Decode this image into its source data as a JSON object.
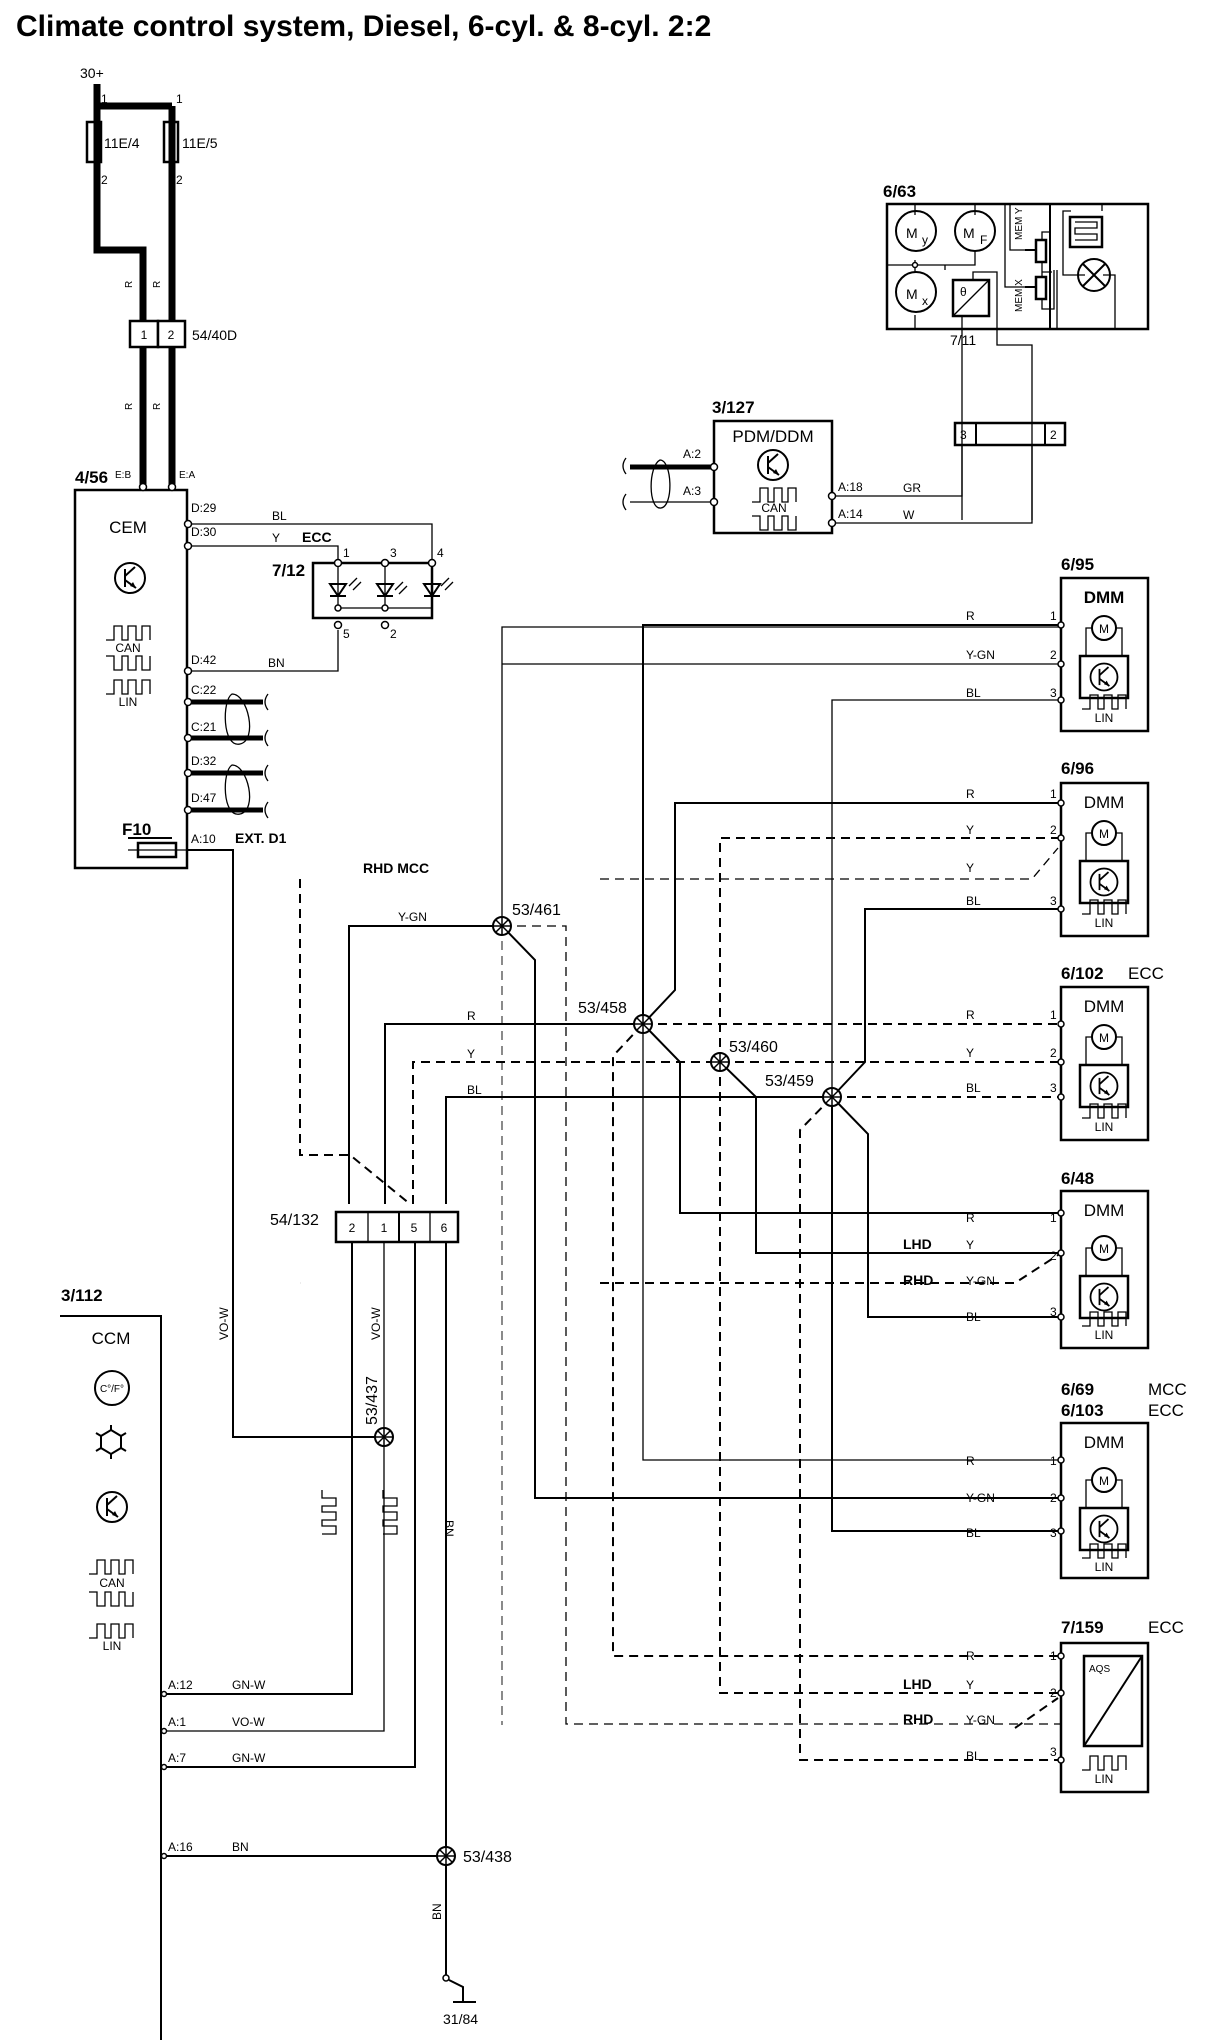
{
  "title": "Climate control system, Diesel, 6-cyl. & 8-cyl. 2:2",
  "supply": {
    "label": "30+"
  },
  "fuses": [
    {
      "id": "11E/4",
      "pin_top": "1",
      "pin_bottom": "2"
    },
    {
      "id": "11E/5",
      "pin_top": "1",
      "pin_bottom": "2"
    }
  ],
  "wire_colors": {
    "red": "R",
    "blue": "BL",
    "yellow": "Y",
    "brown": "BN",
    "yellow_green": "Y-GN",
    "grey": "GR",
    "white": "W",
    "violet_white": "VO-W",
    "green_white": "GN-W"
  },
  "connector_54_40D": {
    "id": "54/40D",
    "pins": [
      "1",
      "2"
    ]
  },
  "cem": {
    "id": "4/56",
    "name": "CEM",
    "top_pins": [
      "E:B",
      "E:A"
    ],
    "pins": [
      "D:29",
      "D:30",
      "D:42",
      "C:22",
      "C:21",
      "D:32",
      "D:47",
      "A:10"
    ],
    "can_label": "CAN",
    "lin_label": "LIN",
    "fuse": "F10",
    "ext_label": "EXT. D1",
    "icon": "transistor-icon"
  },
  "ecc_label": "ECC",
  "led_panel": {
    "id": "7/12",
    "pins": [
      "1",
      "3",
      "4",
      "5",
      "2"
    ]
  },
  "pdm": {
    "id": "3/127",
    "name": "PDM/DDM",
    "pins_left": [
      "A:2",
      "A:3"
    ],
    "pins_right": [
      "A:18",
      "A:14"
    ],
    "can_label": "CAN",
    "wires": [
      "GR",
      "W"
    ]
  },
  "blower_unit": {
    "id": "6/63",
    "motors": [
      "M",
      "M",
      "M"
    ],
    "motor_subs": [
      "y",
      "F",
      "x"
    ],
    "mem_labels": [
      "MEM Y",
      "MEM X"
    ],
    "sensor": {
      "id": "7/11",
      "symbol": "θ"
    },
    "connector_pins": [
      "3",
      "2"
    ]
  },
  "dmm_modules": [
    {
      "id": "6/95",
      "variant": "",
      "name": "DMM",
      "pins": [
        "1",
        "2",
        "3"
      ],
      "wires": [
        "R",
        "Y-GN",
        "BL"
      ],
      "lin": "LIN"
    },
    {
      "id": "6/96",
      "variant": "",
      "name": "DMM",
      "pins": [
        "1",
        "2",
        "3"
      ],
      "wires": [
        "R",
        "Y",
        "Y",
        "BL"
      ],
      "lin": "LIN"
    },
    {
      "id": "6/102",
      "variant": "ECC",
      "name": "DMM",
      "pins": [
        "1",
        "2",
        "3"
      ],
      "wires": [
        "R",
        "Y",
        "BL"
      ],
      "lin": "LIN"
    },
    {
      "id": "6/48",
      "variant": "",
      "name": "DMM",
      "pins": [
        "1",
        "2",
        "3"
      ],
      "wires": [
        "R",
        "Y",
        "Y-GN",
        "BL"
      ],
      "lhd": "LHD",
      "rhd": "RHD",
      "lin": "LIN"
    },
    {
      "id": "6/69",
      "id2": "6/103",
      "variant": "MCC",
      "variant2": "ECC",
      "name": "DMM",
      "pins": [
        "1",
        "2",
        "3"
      ],
      "wires": [
        "R",
        "Y-GN",
        "BL"
      ],
      "lin": "LIN"
    }
  ],
  "aqs": {
    "id": "7/159",
    "variant": "ECC",
    "name": "AQS",
    "pins": [
      "1",
      "2",
      "3"
    ],
    "wires": [
      "R",
      "Y",
      "Y-GN",
      "BL"
    ],
    "lhd": "LHD",
    "rhd": "RHD",
    "lin": "LIN"
  },
  "splices": [
    "53/461",
    "53/458",
    "53/460",
    "53/459",
    "53/437",
    "53/438"
  ],
  "rhd_mcc": "RHD MCC",
  "bus_wires": {
    "ygn": "Y-GN",
    "r": "R",
    "y": "Y",
    "bl": "BL"
  },
  "connector_54_132": {
    "id": "54/132",
    "pins": [
      "2",
      "1",
      "5",
      "6"
    ]
  },
  "ccm": {
    "id": "3/112",
    "name": "CCM",
    "unit_icon": "C°/F°",
    "pins": [
      "A:12",
      "A:1",
      "A:7",
      "A:16"
    ],
    "wires": [
      "GN-W",
      "VO-W",
      "GN-W",
      "BN"
    ],
    "can_label": "CAN",
    "lin_label": "LIN"
  },
  "vertical_wires": {
    "vo_w_1": "VO-W",
    "vo_w_2": "VO-W",
    "bn_1": "BN",
    "bn_2": "BN"
  },
  "ground": {
    "id": "31/84"
  }
}
